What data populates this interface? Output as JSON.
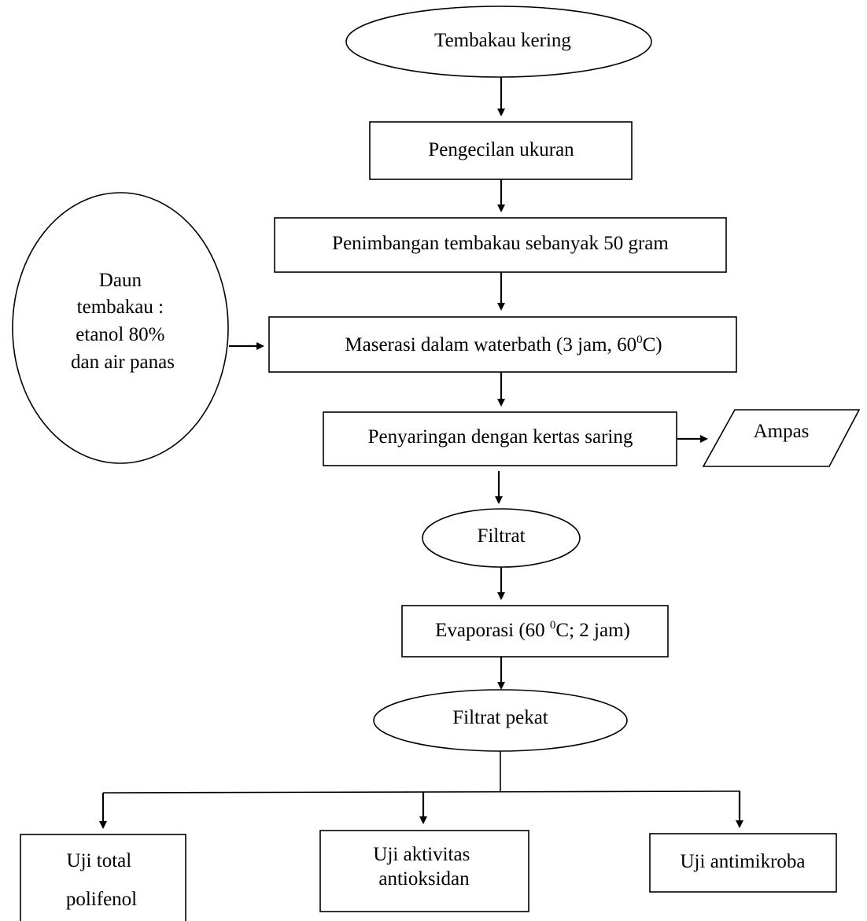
{
  "nodes": {
    "start": "Tembakau kering",
    "size_reduction": "Pengecilan ukuran",
    "weighing": "Penimbangan tembakau sebanyak 50 gram",
    "maceration": {
      "before": "Maserasi dalam waterbath (3 jam, 60",
      "sup": "0",
      "after": "C)"
    },
    "solvent": [
      "Daun",
      "tembakau :",
      "etanol 80%",
      "dan air panas"
    ],
    "filtering": "Penyaringan dengan kertas saring",
    "residue": "Ampas",
    "filtrate": "Filtrat",
    "evaporation": {
      "before": "Evaporasi (60 ",
      "sup": "0",
      "after": "C; 2 jam)"
    },
    "concentrate": "Filtrat pekat",
    "test_polyphenol": [
      "Uji total",
      "polifenol"
    ],
    "test_antioxidant": [
      "Uji aktivitas",
      "antioksidan"
    ],
    "test_antimicrobial": "Uji antimikroba"
  }
}
